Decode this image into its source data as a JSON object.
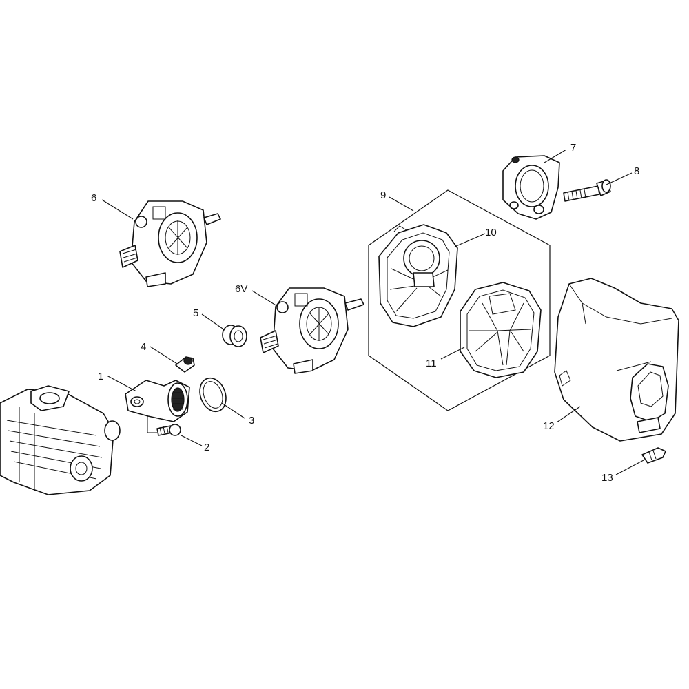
{
  "callouts": [
    {
      "id": "p1",
      "text": "1"
    },
    {
      "id": "p2",
      "text": "2"
    },
    {
      "id": "p3",
      "text": "3"
    },
    {
      "id": "p4",
      "text": "4"
    },
    {
      "id": "p5",
      "text": "5"
    },
    {
      "id": "p6",
      "text": "6"
    },
    {
      "id": "p6v",
      "text": "6V"
    },
    {
      "id": "p7",
      "text": "7"
    },
    {
      "id": "p8",
      "text": "8"
    },
    {
      "id": "p9",
      "text": "9"
    },
    {
      "id": "p10",
      "text": "10"
    },
    {
      "id": "p11",
      "text": "11"
    },
    {
      "id": "p12",
      "text": "12"
    },
    {
      "id": "p13",
      "text": "13"
    }
  ]
}
